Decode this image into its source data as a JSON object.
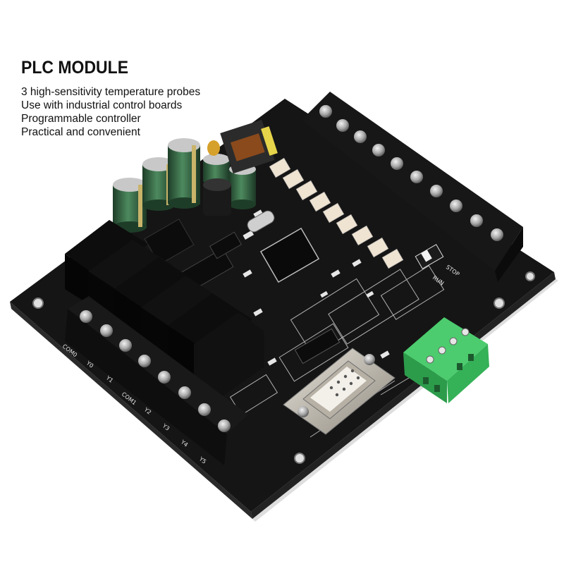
{
  "product": {
    "title": "PLC MODULE",
    "features": [
      "3 high-sensitivity temperature probes",
      "Use with industrial control boards",
      "Programmable controller",
      "Practical and convenient"
    ]
  },
  "board": {
    "output_labels": [
      "COM0",
      "Y0",
      "Y1",
      "COM1",
      "Y2",
      "Y3",
      "Y4",
      "Y5"
    ],
    "switch_labels": [
      "STOP",
      "RUN"
    ],
    "colors": {
      "pcb": "#141414",
      "relay": "#0b0b0b",
      "terminal": "#1a1a1a",
      "screw": "#b9b9b9",
      "capacitor": "#2f5a3c",
      "led": "#efe3d2",
      "green_connector": "#36b95a",
      "db9": "#c9c3b8"
    }
  }
}
